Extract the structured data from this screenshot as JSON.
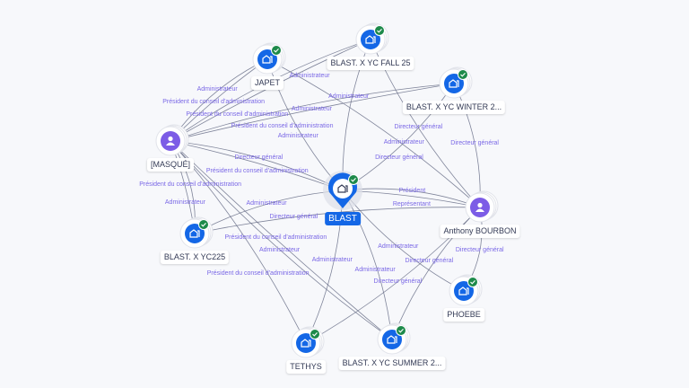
{
  "colors": {
    "company": "#1467e6",
    "person": "#7c5ce6",
    "verified": "#1d8a4a",
    "edge_label": "#7a68e6"
  },
  "nodes": [
    {
      "id": "blast",
      "label": "BLAST",
      "type": "company",
      "main": true
    },
    {
      "id": "japet",
      "label": "JAPET",
      "type": "company"
    },
    {
      "id": "fall",
      "label": "BLAST. X YC FALL 25",
      "type": "company"
    },
    {
      "id": "winter",
      "label": "BLAST. X YC WINTER 2...",
      "type": "company"
    },
    {
      "id": "masque",
      "label": "[MASQUÉ]",
      "type": "person"
    },
    {
      "id": "anthony",
      "label": "Anthony BOURBON",
      "type": "person"
    },
    {
      "id": "yc225",
      "label": "BLAST. X YC225",
      "type": "company"
    },
    {
      "id": "phoebe",
      "label": "PHOEBE",
      "type": "company"
    },
    {
      "id": "tethys",
      "label": "TETHYS",
      "type": "company"
    },
    {
      "id": "summer",
      "label": "BLAST. X YC SUMMER 2...",
      "type": "company"
    }
  ],
  "edges": [
    {
      "from": "masque",
      "to": "japet",
      "label": "Président du conseil d'administration"
    },
    {
      "from": "masque",
      "to": "japet",
      "label": "Administrateur"
    },
    {
      "from": "masque",
      "to": "fall",
      "label": "Président du conseil d'administration"
    },
    {
      "from": "masque",
      "to": "fall",
      "label": "Administrateur"
    },
    {
      "from": "masque",
      "to": "winter",
      "label": "Président du conseil d'administration"
    },
    {
      "from": "masque",
      "to": "winter",
      "label": "Administrateur"
    },
    {
      "from": "masque",
      "to": "blast",
      "label": "Directeur général"
    },
    {
      "from": "masque",
      "to": "blast",
      "label": "Président du conseil d'administration"
    },
    {
      "from": "masque",
      "to": "yc225",
      "label": "Président du conseil d'administration"
    },
    {
      "from": "masque",
      "to": "yc225",
      "label": "Administrateur"
    },
    {
      "from": "masque",
      "to": "tethys",
      "label": "Président du conseil d'administration"
    },
    {
      "from": "masque",
      "to": "summer",
      "label": "Président du conseil d'administration"
    },
    {
      "from": "masque",
      "to": "summer",
      "label": "Administrateur"
    },
    {
      "from": "blast",
      "to": "japet",
      "label": "Administrateur"
    },
    {
      "from": "blast",
      "to": "fall",
      "label": "Administrateur"
    },
    {
      "from": "blast",
      "to": "winter",
      "label": "Administrateur"
    },
    {
      "from": "blast",
      "to": "yc225",
      "label": "Administrateur"
    },
    {
      "from": "blast",
      "to": "tethys",
      "label": "Administrateur"
    },
    {
      "from": "blast",
      "to": "summer",
      "label": "Administrateur"
    },
    {
      "from": "blast",
      "to": "phoebe",
      "label": "Administrateur"
    },
    {
      "from": "anthony",
      "to": "blast",
      "label": "Président"
    },
    {
      "from": "anthony",
      "to": "blast",
      "label": "Représentant"
    },
    {
      "from": "anthony",
      "to": "winter",
      "label": "Directeur général"
    },
    {
      "from": "anthony",
      "to": "fall",
      "label": "Directeur général"
    },
    {
      "from": "anthony",
      "to": "japet",
      "label": "Directeur général"
    },
    {
      "from": "anthony",
      "to": "phoebe",
      "label": "Directeur général"
    },
    {
      "from": "anthony",
      "to": "summer",
      "label": "Directeur général"
    },
    {
      "from": "anthony",
      "to": "tethys",
      "label": "Directeur général"
    },
    {
      "from": "anthony",
      "to": "yc225",
      "label": "Directeur général"
    }
  ]
}
